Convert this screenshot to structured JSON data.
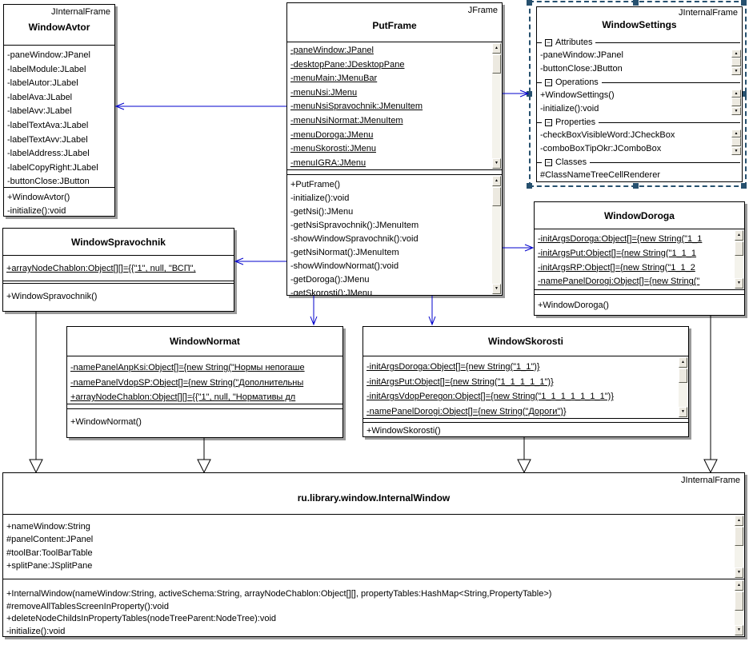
{
  "colors": {
    "connector_blue": "#0000cc",
    "selection_navy": "#26506e",
    "box_border": "#000000",
    "shadow_gray": "#9a9a9a"
  },
  "classes": {
    "window_avtor": {
      "stereotype": "JInternalFrame",
      "name": "WindowAvtor",
      "attributes": [
        "-paneWindow:JPanel",
        "-labelModule:JLabel",
        "-labelAutor:JLabel",
        "-labelAva:JLabel",
        "-labelAvv:JLabel",
        "-labelTextAva:JLabel",
        "-labelTextAvv:JLabel",
        "-labelAddress:JLabel",
        "-labelCopyRight:JLabel",
        "-buttonClose:JButton"
      ],
      "operations": [
        "+WindowAvtor()",
        "-initialize():void"
      ]
    },
    "put_frame": {
      "stereotype": "JFrame",
      "name": "PutFrame",
      "attributes": [
        "-paneWindow:JPanel",
        "-desktopPane:JDesktopPane",
        "-menuMain:JMenuBar",
        "-menuNsi:JMenu",
        "-menuNsiSpravochnik:JMenuItem",
        "-menuNsiNormat:JMenuItem",
        "-menuDoroga:JMenu",
        "-menuSkorosti:JMenu",
        "-menuIGRA:JMenu"
      ],
      "operations": [
        "+PutFrame()",
        "-initialize():void",
        "-getNsi():JMenu",
        "-getNsiSpravochnik():JMenuItem",
        "-showWindowSpravochnik():void",
        "-getNsiNormat():JMenuItem",
        "-showWindowNormat():void",
        "-getDoroga():JMenu",
        "-getSkorosti():JMenu"
      ]
    },
    "window_settings": {
      "stereotype": "JInternalFrame",
      "name": "WindowSettings",
      "sections": [
        {
          "label": "Attributes",
          "items": [
            "-paneWindow:JPanel",
            "-buttonClose:JButton"
          ]
        },
        {
          "label": "Operations",
          "items": [
            "+WindowSettings()",
            "-initialize():void"
          ]
        },
        {
          "label": "Properties",
          "items": [
            "-checkBoxVisibleWord:JCheckBox",
            "-comboBoxTipOkr:JComboBox"
          ]
        },
        {
          "label": "Classes",
          "items": [
            "#ClassNameTreeCellRenderer"
          ]
        }
      ]
    },
    "window_spravochnik": {
      "name": "WindowSpravochnik",
      "attributes": [
        "+arrayNodeChablon:Object[][]={{\"1\", null, \"ВСП\","
      ],
      "operations": [
        "+WindowSpravochnik()"
      ]
    },
    "window_doroga": {
      "name": "WindowDoroga",
      "attributes": [
        "-initArgsDoroga:Object[]={new String(\"1_1",
        "-initArgsPut:Object[]={new String(\"1_1_1",
        "-initArgsRP:Object[]={new String(\"1_1_2",
        "-namePanelDorogi:Object[]={new String(\""
      ],
      "operations": [
        "+WindowDoroga()"
      ]
    },
    "window_normat": {
      "name": "WindowNormat",
      "attributes": [
        "-namePanelAnpKsi:Object[]={new String(\"Нормы непогаше",
        "-namePanelVdopSP:Object[]={new String(\"Дополнительны",
        "+arrayNodeChablon:Object[][]={{\"1\", null, \"Нормативы дл"
      ],
      "operations": [
        "+WindowNormat()"
      ]
    },
    "window_skorosti": {
      "name": "WindowSkorosti",
      "attributes": [
        "-initArgsDoroga:Object[]={new String(\"1_1\")}",
        "-initArgsPut:Object[]={new String(\"1_1_1_1_1\")}",
        "-initArgsVdopPeregon:Object[]={new String(\"1_1_1_1_1_1_1\")}",
        "-namePanelDorogi:Object[]={new String(\"Дороги\")}"
      ],
      "operations": [
        "+WindowSkorosti()"
      ]
    },
    "internal_window": {
      "stereotype": "JInternalFrame",
      "name": "ru.library.window.InternalWindow",
      "attributes": [
        "+nameWindow:String",
        "#panelContent:JPanel",
        "#toolBar:ToolBarTable",
        "+splitPane:JSplitPane"
      ],
      "operations": [
        "+InternalWindow(nameWindow:String, activeSchema:String, arrayNodeChablon:Object[][], propertyTables:HashMap<String,PropertyTable>)",
        "#removeAllTablesScreenInProperty():void",
        "+deleteNodeChildsInPropertyTables(nodeTreeParent:NodeTree):void",
        "-initialize():void"
      ]
    }
  },
  "icons": {
    "collapse_glyph": "−",
    "scroll_up_glyph": "▲",
    "scroll_down_glyph": "▼"
  }
}
